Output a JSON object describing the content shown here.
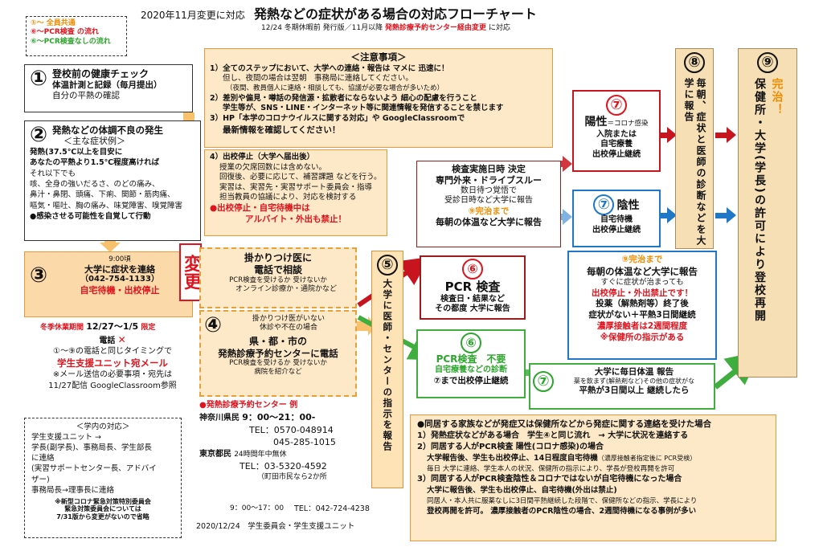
{
  "header": {
    "prefix": "2020年11月変更に対応",
    "title": "発熱などの症状がある場合の対応フローチャート",
    "sub_prefix": "12/24 冬期休暇前 発行版／11月以降",
    "sub_red": "発熱診療予約センター経由変更",
    "sub_suffix": "に対応"
  },
  "legend": {
    "l1": "①～ 全員共通",
    "l2": "⑥～PCR検査 の流れ",
    "l3": "⑥～PCR検査なしの流れ"
  },
  "step1": {
    "num": "①",
    "title": "登校前の健康チェック",
    "line1": "体温計測と記録（毎月提出）",
    "line2": "自分の平熱の確認"
  },
  "step2": {
    "num": "②",
    "title": "発熱などの体調不良の発生",
    "subtitle": "＜主な症状例＞",
    "l1": "発熱(37.5℃以上を目安に",
    "l2": "あなたの平熱より1.5℃程度高ければ",
    "l3": "それ以下でも",
    "l4": "咳、全身の強いだるさ、のどの痛み、",
    "l5": "鼻汁・鼻閉、頭痛、下痢、関節・筋肉痛、",
    "l6": "嘔気・嘔吐、胸の痛み、味覚障害、嗅覚障害",
    "l7": "●感染させる可能性を自覚して行動"
  },
  "step3": {
    "num": "③",
    "time": "9:00頃",
    "l1": "大学に症状を連絡",
    "tel": "（042-754-1133）",
    "red": "自宅待機・出校停止",
    "winter": "冬季休業期間",
    "winter_dates": "12/27～1/5",
    "winter_limit": "限定",
    "phone": "電話",
    "x_mark": "✕",
    "w2": "①～⑨の電話と同じタイミングで",
    "w3": "学生支援ユニット宛メール",
    "w4": "※メール送信の必要事項・宛先は",
    "w5": "11/27配信 GoogleClassroom参照"
  },
  "notes": {
    "title": "＜注意事項＞",
    "n1": "1）全てのステップにおいて、大学への連絡・報告は マメに 迅速に！",
    "n1b": "但し、夜間の場合は翌朝　事務局に連絡してください。",
    "n1c": "（夜間、教員個人に連絡・相談しても、協議が必要な場合が多いため）",
    "n2": "2）差別や偏見・噂話の発信源・拡散者にならないよう 細心の配慮を行うこと",
    "n2b": "学生等が、SNS・LINE・インターネット等に関連情報を発信することを禁じます",
    "n3": "3）HP「本学のコロナウイルスに関する対応」や GoogleClassroomで",
    "n3b": "最新情報を確認してください！",
    "n4": "4）出校停止（大学へ届出後）",
    "n4a": "授業の欠席回数には含めない。",
    "n4b": "回復後、必要に応じて、補習課題 などを行う。",
    "n4c": "実習は、実習先・実習サポート委員会・指導",
    "n4d": "担当教員の協議により、対応を検討する",
    "n4e": "●出校停止・自宅待機中は",
    "n4f": "アルバイト・外出も禁止！"
  },
  "change_label": "変更",
  "step4a": {
    "l1": "掛かりつけ医に",
    "l2": "電話で相談",
    "l3": "PCR検査を受けるか 受けないか",
    "l4": "オンライン診療か・通院かなど"
  },
  "step4b": {
    "num": "④",
    "l1": "掛かりつけ医がいない",
    "l2": "休診や不在の場合",
    "l3": "県・都・市の",
    "l4": "発熱診療予約センターに電話",
    "l5": "PCR検査を受けるか 受けないか",
    "l6": "病院を紹介など"
  },
  "center": {
    "title": "●発熱診療予約センター 例",
    "k1": "神奈川県民",
    "k1t": "9：00～21：00-",
    "k2": "TEL：0570-048914",
    "k3": "045-285-1015",
    "t1": "東京都民",
    "t1t": "24時間年中無休",
    "t2": "TEL：03-5320-4592",
    "t3": "（町田市民なら2か所",
    "t4": "9：00～17：00",
    "t5": "TEL：042-724-4238"
  },
  "step5": {
    "num": "⑤",
    "text": "大学に医師・センターの指示を報告"
  },
  "exam": {
    "l1": "検査実施日時 決定",
    "l2": "専門外来・ドライブスルー",
    "l3": "数日待つ覚悟で",
    "l4": "受診日時など大学に報告",
    "l5": "⑨完治まで",
    "l6": "毎朝の体温など大学に報告"
  },
  "pcr": {
    "num": "⑥",
    "title": "PCR 検査",
    "l1": "検査日・結果など",
    "l2": "その都度 大学に報告"
  },
  "nopcr": {
    "num": "⑥",
    "title": "PCR検査　不要",
    "l1": "自宅療養などの診断",
    "l2": "⑦まで出校停止継続"
  },
  "positive": {
    "num": "⑦",
    "title": "陽性",
    "small": "＝コロナ感染",
    "l1": "入院または",
    "l2": "自宅療養",
    "l3": "出校停止継続"
  },
  "negative": {
    "num": "⑦",
    "title": "陰性",
    "l1": "自宅待機",
    "l2": "出校停止継続",
    "l3": "⑨完治まで",
    "l4": "毎朝の体温など大学に報告",
    "l5": "すぐに症状が治まっても",
    "l6": "出校停止・外出禁止です！",
    "l7": "投薬（解熱剤等）終了後",
    "l8": "症状がない＋平熱3日間継続",
    "l9": "濃厚接触者は2週間程度",
    "l10": "※保健所の指示がある"
  },
  "step7b": {
    "num": "⑦",
    "l1": "大学に毎日体温 報告",
    "l2": "薬を飲まず(解熱剤など)その他の症状がな",
    "l3": "平熱が3日間以上 継続したら"
  },
  "step8": {
    "num": "⑧",
    "text": "毎朝、症状と医師の診断などを大学に報告"
  },
  "step9": {
    "num": "⑨",
    "orange": "完治！",
    "text": "保健所・大学(学長)の許可により登校再開"
  },
  "inside": {
    "title": "＜学内の対応＞",
    "l1": "学生支援ユニット →",
    "l2": "学長(副学長)、事務局長、学生部長",
    "l3": "に連絡",
    "l4": "(実習サポートセンター長、アドバイ",
    "l5": "ザー)",
    "l6": "事務局長→理事長に連絡",
    "l7": "※新型コロナ緊急対策特別委員会",
    "l8": "緊急対策委員会については",
    "l9": "7/31版から変更がないので省略"
  },
  "cohab": {
    "title": "●同居する家族などが発症又は保健所などから発症に関する連絡を受けた場合",
    "c1": "1）発熱症状などがある場合　学生④と同じ流れ　→ 大学に状況を連絡する",
    "c2": "2）同居する人がPCR検査 陽性(コロナ感染)の場合",
    "c2a": "大学報告後、学生も出校停止、14日程度自宅待機",
    "c2a_small": "（濃厚接触者指定後に PCR受検）",
    "c2b": "毎日 大学に連絡、学生本人の状況、保健所の指示により、学長が登校再開を許可",
    "c3": "3）同居する人がPCR検査陰性＆コロナではないが自宅待機になった場合",
    "c3a": "大学に報告後、学生も出校停止、自宅待機(外出は禁止)",
    "c3b": "同居人・本人共に服薬なしに3日間平熱継続した段階で、保健所などの指示、学長により",
    "c3c": "登校再開を許可。 濃厚接触者のPCR陰性の場合、2週間待機になる事例が多い"
  },
  "footer": "2020/12/24　学生委員会・学生支援ユニット"
}
